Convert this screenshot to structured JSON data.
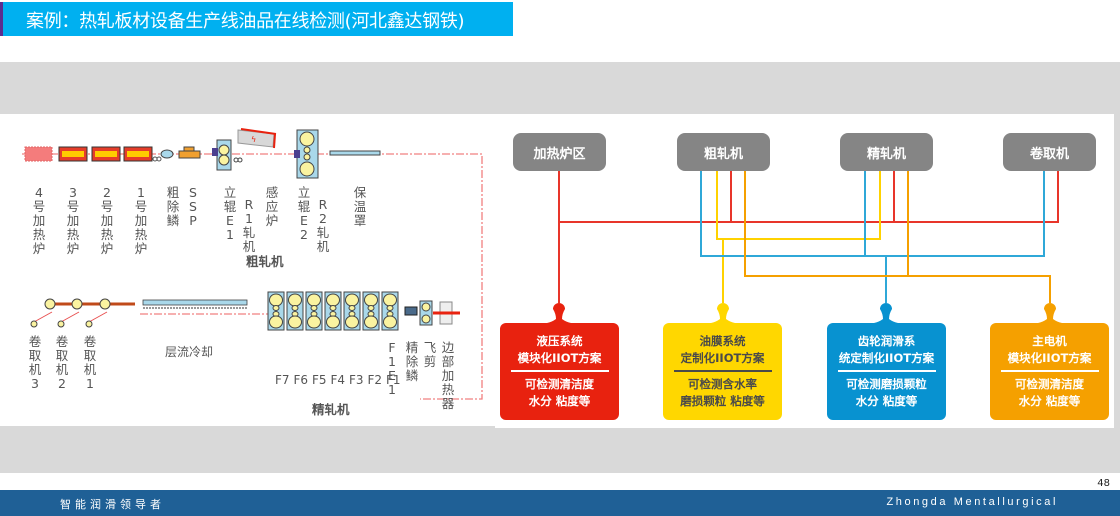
{
  "title": "案例：热轧板材设备生产线油品在线检测(河北鑫达钢铁)",
  "process_diagram": {
    "top_row": [
      {
        "id": "furnace-4",
        "label": "4号加热炉"
      },
      {
        "id": "furnace-3",
        "label": "3号加热炉"
      },
      {
        "id": "furnace-2",
        "label": "2号加热炉"
      },
      {
        "id": "furnace-1",
        "label": "1号加热炉"
      },
      {
        "id": "rough-descaler",
        "label": "粗除鳞"
      },
      {
        "id": "ssp",
        "label": "SSP"
      },
      {
        "id": "edger-e1",
        "label": "立辊E1"
      },
      {
        "id": "r1-mill",
        "label": "R1轧机"
      },
      {
        "id": "induction-furnace",
        "label": "感应炉"
      },
      {
        "id": "edger-e2",
        "label": "立辊E2"
      },
      {
        "id": "r2-mill",
        "label": "R2轧机"
      },
      {
        "id": "heat-cover",
        "label": "保温罩"
      }
    ],
    "top_section_label": "粗轧机",
    "bottom_row": {
      "coilers": [
        {
          "id": "coiler-3",
          "label": "卷取机3"
        },
        {
          "id": "coiler-2",
          "label": "卷取机2"
        },
        {
          "id": "coiler-1",
          "label": "卷取机1"
        }
      ],
      "laminar_cooling": "层流冷却",
      "finishing_stands": [
        "F7",
        "F6",
        "F5",
        "F4",
        "F3",
        "F2",
        "F1"
      ],
      "f1e1_label": "F1E1",
      "finish_descaler": "精除鳞",
      "flying_shear": "飞剪",
      "edge_heater": "边部加热器"
    },
    "bottom_section_label": "精轧机"
  },
  "system_diagram": {
    "sources": [
      {
        "id": "heating-zone",
        "label": "加热炉区"
      },
      {
        "id": "rough-mill",
        "label": "粗轧机"
      },
      {
        "id": "finish-mill",
        "label": "精轧机"
      },
      {
        "id": "coiler",
        "label": "卷取机"
      }
    ],
    "targets": [
      {
        "id": "hydraulic",
        "color": "#e8220f",
        "title": [
          "液压系统",
          "模块化IIOT方案"
        ],
        "desc": [
          "可检测清洁度",
          "水分 粘度等"
        ]
      },
      {
        "id": "oil-film",
        "color": "#ffd700",
        "title": [
          "油膜系统",
          "定制化IIOT方案"
        ],
        "desc": [
          "可检测含水率",
          "磨损颗粒 粘度等"
        ]
      },
      {
        "id": "gear-lube",
        "color": "#0892d0",
        "title": [
          "齿轮润滑系",
          "统定制化IIOT方案"
        ],
        "desc": [
          "可检测磨损颗粒",
          "水分 粘度等"
        ]
      },
      {
        "id": "main-motor",
        "color": "#f5a000",
        "title": [
          "主电机",
          "模块化IIOT方案"
        ],
        "desc": [
          "可检测清洁度",
          "水分 粘度等"
        ]
      }
    ],
    "line_colors": {
      "red": "#e8352a",
      "yellow": "#ffd200",
      "blue": "#2fa8d8",
      "orange": "#f5a000"
    }
  },
  "page_number": "48",
  "footer": {
    "left": "智能润滑领导者",
    "right": "Zhongda Mentallurgical"
  }
}
